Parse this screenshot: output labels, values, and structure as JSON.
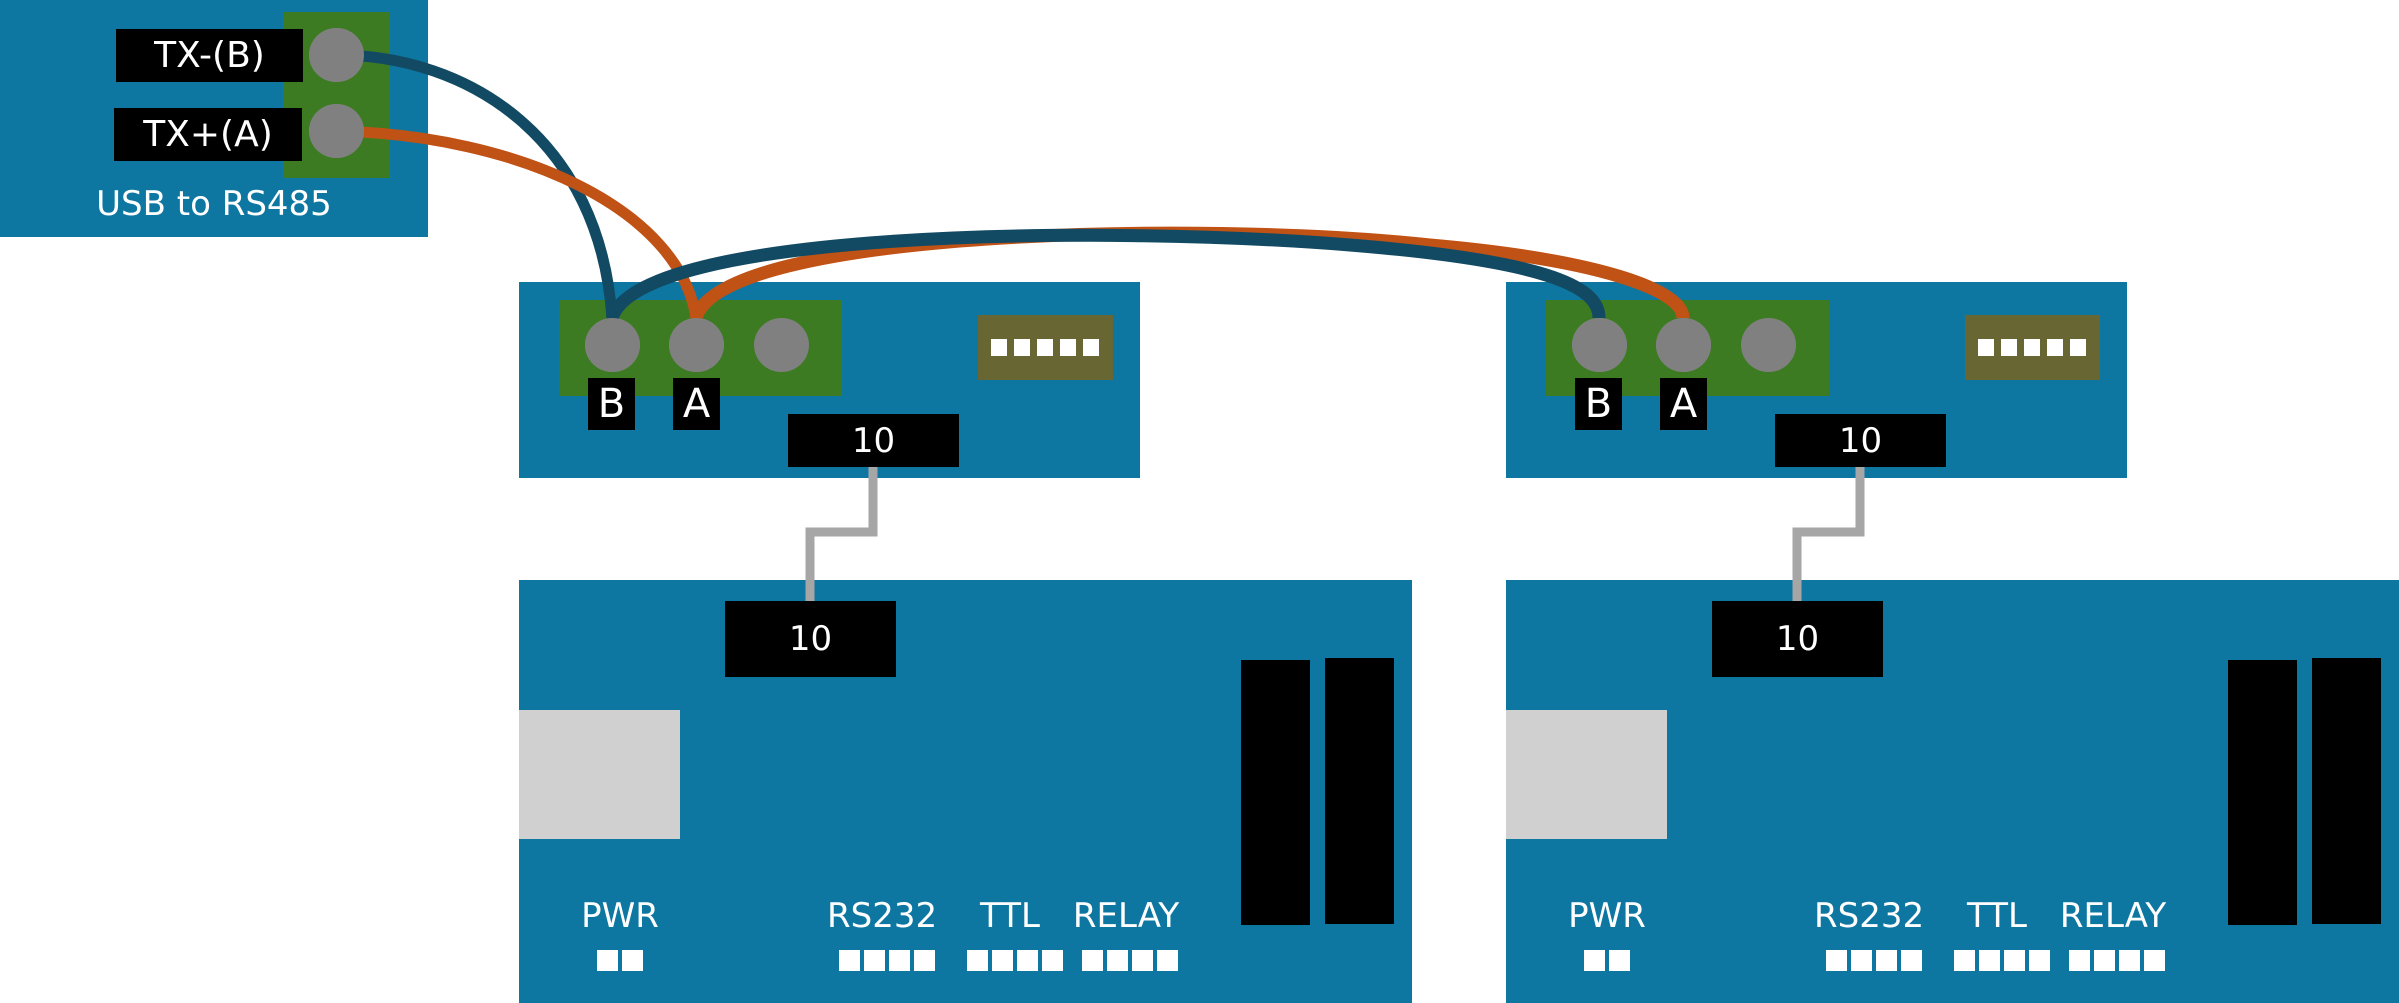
{
  "usb_module": {
    "title": "USB to RS485",
    "pins": [
      {
        "label": "TX-(B)",
        "wire_color": "#124a63"
      },
      {
        "label": "TX+(A)",
        "wire_color": "#c05215"
      }
    ]
  },
  "rs485_modules": [
    {
      "terminal_labels": [
        "B",
        "A"
      ],
      "terminal_pins": 3,
      "header_pins": 5,
      "cable_label": "10"
    },
    {
      "terminal_labels": [
        "B",
        "A"
      ],
      "terminal_pins": 3,
      "header_pins": 5,
      "cable_label": "10"
    }
  ],
  "controller_boards": [
    {
      "connector_label": "10",
      "led_groups": [
        {
          "label": "PWR",
          "count": 2
        },
        {
          "label": "RS232",
          "count": 4
        },
        {
          "label": "TTL",
          "count": 4
        },
        {
          "label": "RELAY",
          "count": 4
        }
      ]
    },
    {
      "connector_label": "10",
      "led_groups": [
        {
          "label": "PWR",
          "count": 2
        },
        {
          "label": "RS232",
          "count": 4
        },
        {
          "label": "TTL",
          "count": 4
        },
        {
          "label": "RELAY",
          "count": 4
        }
      ]
    }
  ],
  "colors": {
    "board": "#0d77a1",
    "terminal_block": "#3d7b23",
    "pin": "#808080",
    "header": "#686633",
    "wire_b": "#124a63",
    "wire_a": "#c05215",
    "ribbon": "#a6a6a6",
    "port": "#d0d0d0"
  }
}
